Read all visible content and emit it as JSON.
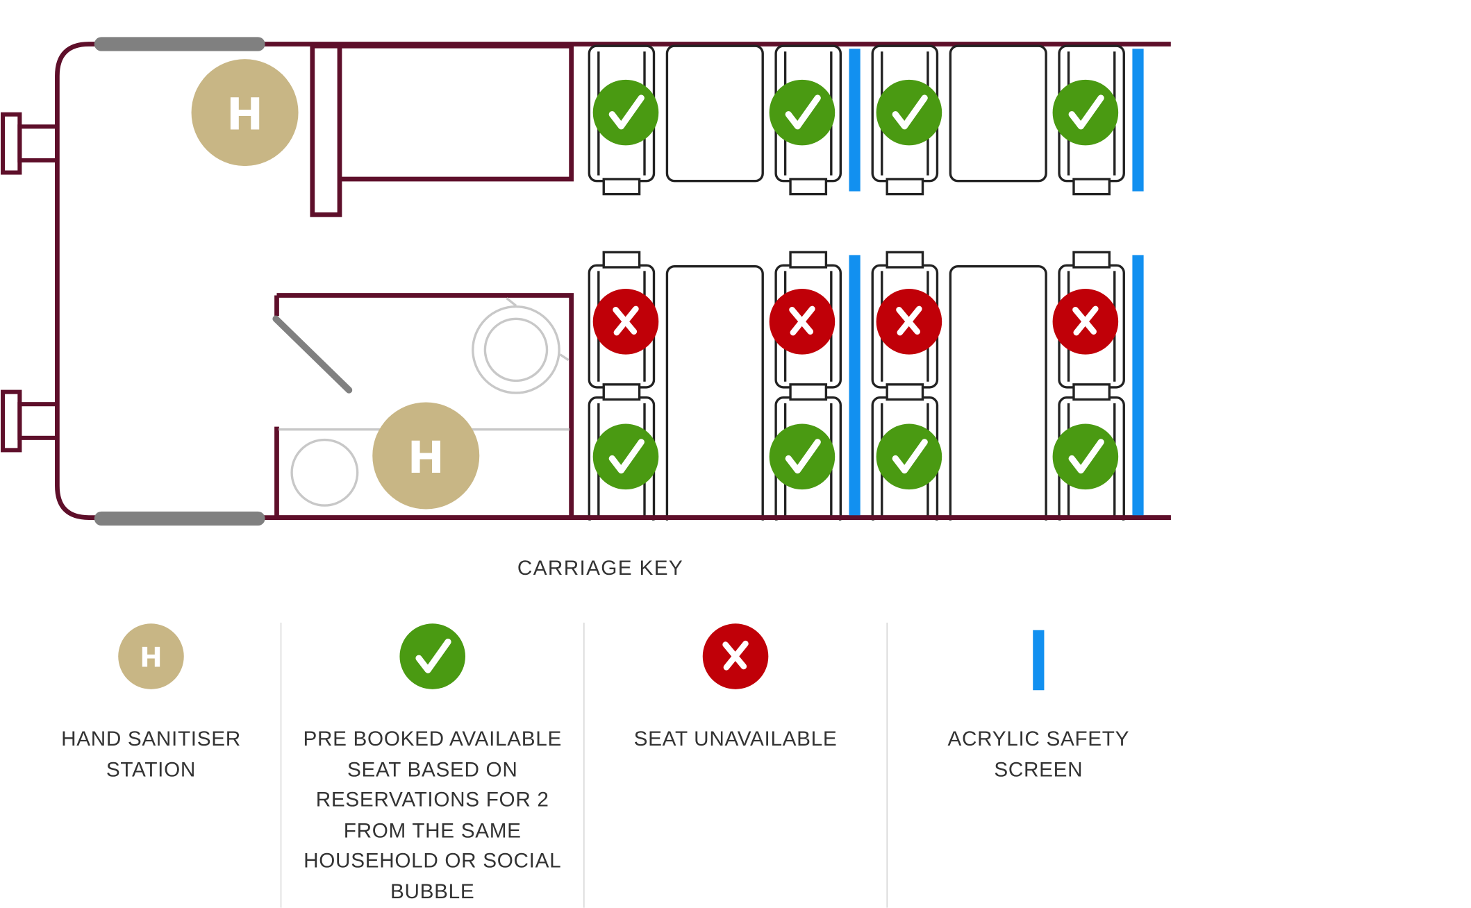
{
  "colors": {
    "carriage_wall": "#5e0f2a",
    "door_handle": "#808080",
    "sanitiser": "#c8b685",
    "available": "#4a9a12",
    "unavailable": "#c00008",
    "screen": "#1290f0",
    "seat_outline": "#222222",
    "toilet_fixture": "#c8c8c8"
  },
  "icons": {
    "sanitiser": "sanitiser-h-icon",
    "available": "check-icon",
    "unavailable": "cross-icon",
    "screen": "screen-bar-icon"
  },
  "plan": {
    "sanitiser_letter": "H",
    "seats": {
      "upper_row": [
        "available",
        "available",
        "available",
        "available"
      ],
      "lower_window_row": [
        "unavailable",
        "unavailable",
        "unavailable",
        "unavailable"
      ],
      "lower_aisle_row": [
        "available",
        "available",
        "available",
        "available"
      ]
    },
    "bay_count": 2
  },
  "key": {
    "title": "CARRIAGE KEY",
    "items": [
      {
        "label": "HAND SANITISER STATION",
        "icon": "sanitiser-h-icon"
      },
      {
        "label": "PRE BOOKED AVAILABLE SEAT BASED ON RESERVATIONS FOR 2 FROM THE SAME HOUSEHOLD OR SOCIAL BUBBLE",
        "icon": "check-icon"
      },
      {
        "label": "SEAT UNAVAILABLE",
        "icon": "cross-icon"
      },
      {
        "label": "ACRYLIC SAFETY SCREEN",
        "icon": "screen-bar-icon"
      }
    ]
  }
}
